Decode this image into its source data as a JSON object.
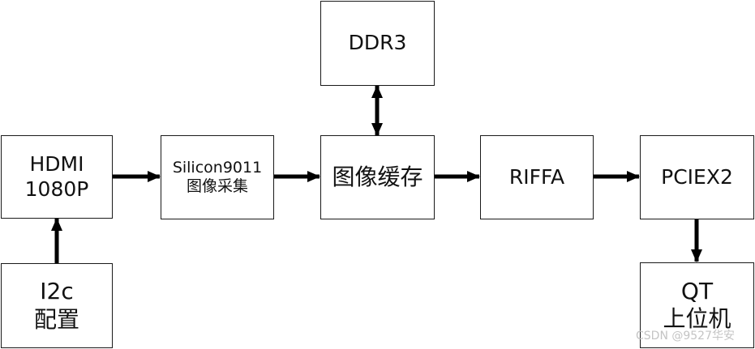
{
  "blocks": {
    "ddr3": {
      "lines": [
        "DDR3"
      ]
    },
    "hdmi": {
      "lines": [
        "HDMI",
        "1080P"
      ]
    },
    "silicon": {
      "lines": [
        "Silicon9011",
        "图像采集"
      ]
    },
    "buffer": {
      "lines": [
        "图像缓存"
      ]
    },
    "riffa": {
      "lines": [
        "RIFFA"
      ]
    },
    "pciex2": {
      "lines": [
        "PCIEX2"
      ]
    },
    "i2c": {
      "lines": [
        "I2c",
        "配置"
      ]
    },
    "qt": {
      "lines": [
        "QT",
        "上位机"
      ]
    }
  },
  "connections": [
    {
      "from": "hdmi",
      "to": "silicon",
      "direction": "forward"
    },
    {
      "from": "silicon",
      "to": "buffer",
      "direction": "forward"
    },
    {
      "from": "buffer",
      "to": "riffa",
      "direction": "forward"
    },
    {
      "from": "riffa",
      "to": "pciex2",
      "direction": "forward"
    },
    {
      "from": "pciex2",
      "to": "qt",
      "direction": "forward"
    },
    {
      "from": "i2c",
      "to": "hdmi",
      "direction": "forward"
    },
    {
      "from": "buffer",
      "to": "ddr3",
      "direction": "bidirectional"
    }
  ],
  "colors": {
    "stroke": "#000000",
    "border": "#1a1a1a",
    "watermark": "#c4c4c4"
  },
  "watermark": "CSDN @9527华安"
}
